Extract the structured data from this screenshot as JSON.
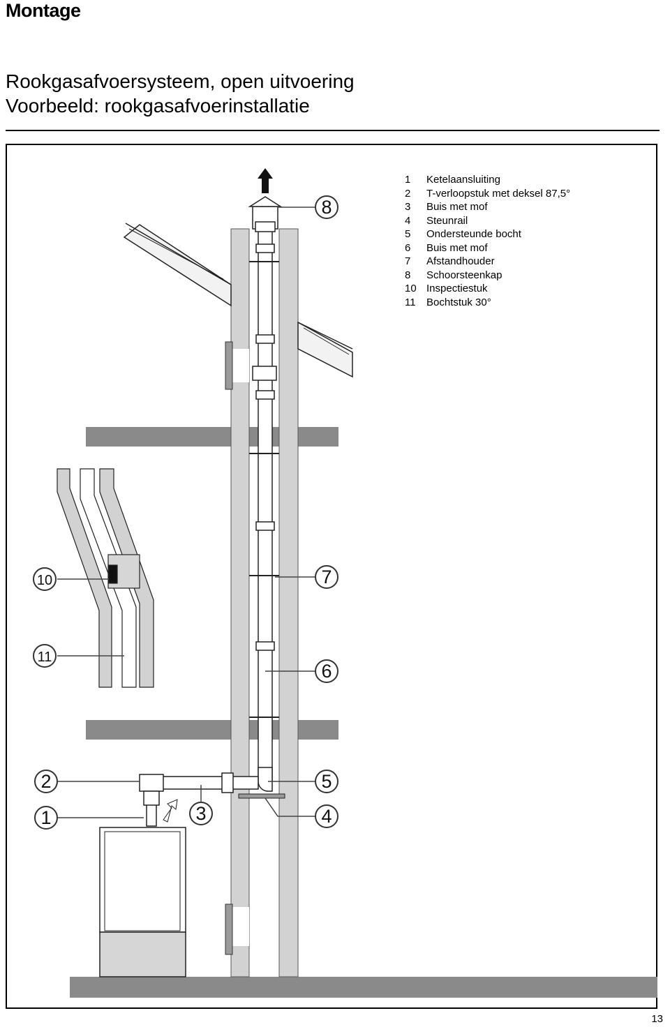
{
  "header": {
    "section": "Montage",
    "title_line1": "Rookgasafvoersysteem, open uitvoering",
    "title_line2": "Voorbeeld: rookgasafvoerinstallatie"
  },
  "legend": [
    {
      "num": "1",
      "label": "Ketelaansluiting"
    },
    {
      "num": "2",
      "label": "T-verloopstuk met deksel 87,5°"
    },
    {
      "num": "3",
      "label": "Buis met mof"
    },
    {
      "num": "4",
      "label": "Steunrail"
    },
    {
      "num": "5",
      "label": "Ondersteunde bocht"
    },
    {
      "num": "6",
      "label": "Buis met mof"
    },
    {
      "num": "7",
      "label": "Afstandhouder"
    },
    {
      "num": "8",
      "label": "Schoorsteenkap"
    },
    {
      "num": "10",
      "label": "Inspectiestuk"
    },
    {
      "num": "11",
      "label": "Bochtstuk 30°"
    }
  ],
  "callouts": {
    "c1": "1",
    "c2": "2",
    "c3": "3",
    "c4": "4",
    "c5": "5",
    "c6": "6",
    "c7": "7",
    "c8": "8",
    "c10": "10",
    "c11": "11"
  },
  "page_number": "13",
  "colors": {
    "wall": "#d2d2d2",
    "slab": "#8a8a8a",
    "line": "#1a1a1a"
  }
}
